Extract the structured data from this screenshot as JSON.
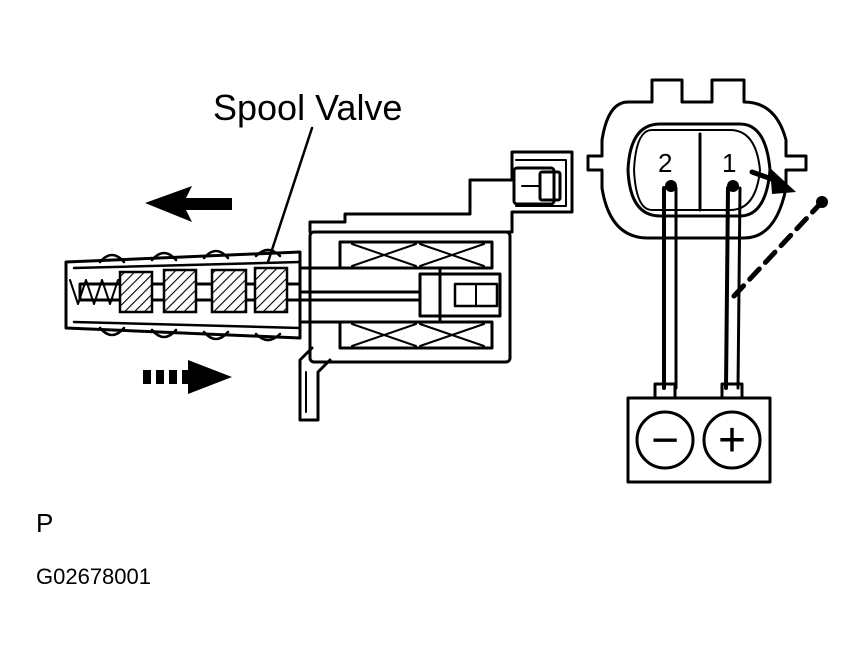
{
  "callout": {
    "label": "Spool Valve"
  },
  "connector": {
    "terminals": [
      {
        "label": "2"
      },
      {
        "label": "1"
      }
    ]
  },
  "battery": {
    "negative_symbol": "−",
    "positive_symbol": "+"
  },
  "figure": {
    "view_code": "P",
    "figure_id": "G02678001"
  }
}
